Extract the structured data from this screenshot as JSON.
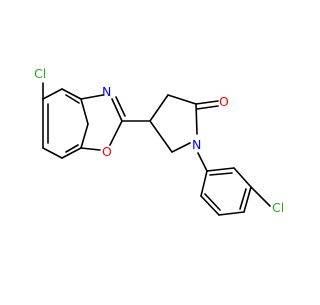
{
  "atoms": {
    "cl1": "Cl",
    "n_ox": "N",
    "o_ring": "O",
    "o_carbonyl": "O",
    "n_lactam": "N",
    "cl2": "Cl"
  },
  "colors": {
    "bond": "#000000",
    "chlorine": "#1fae1f",
    "nitrogen": "#0000ff",
    "oxygen": "#ff0000",
    "background": "#ffffff"
  }
}
